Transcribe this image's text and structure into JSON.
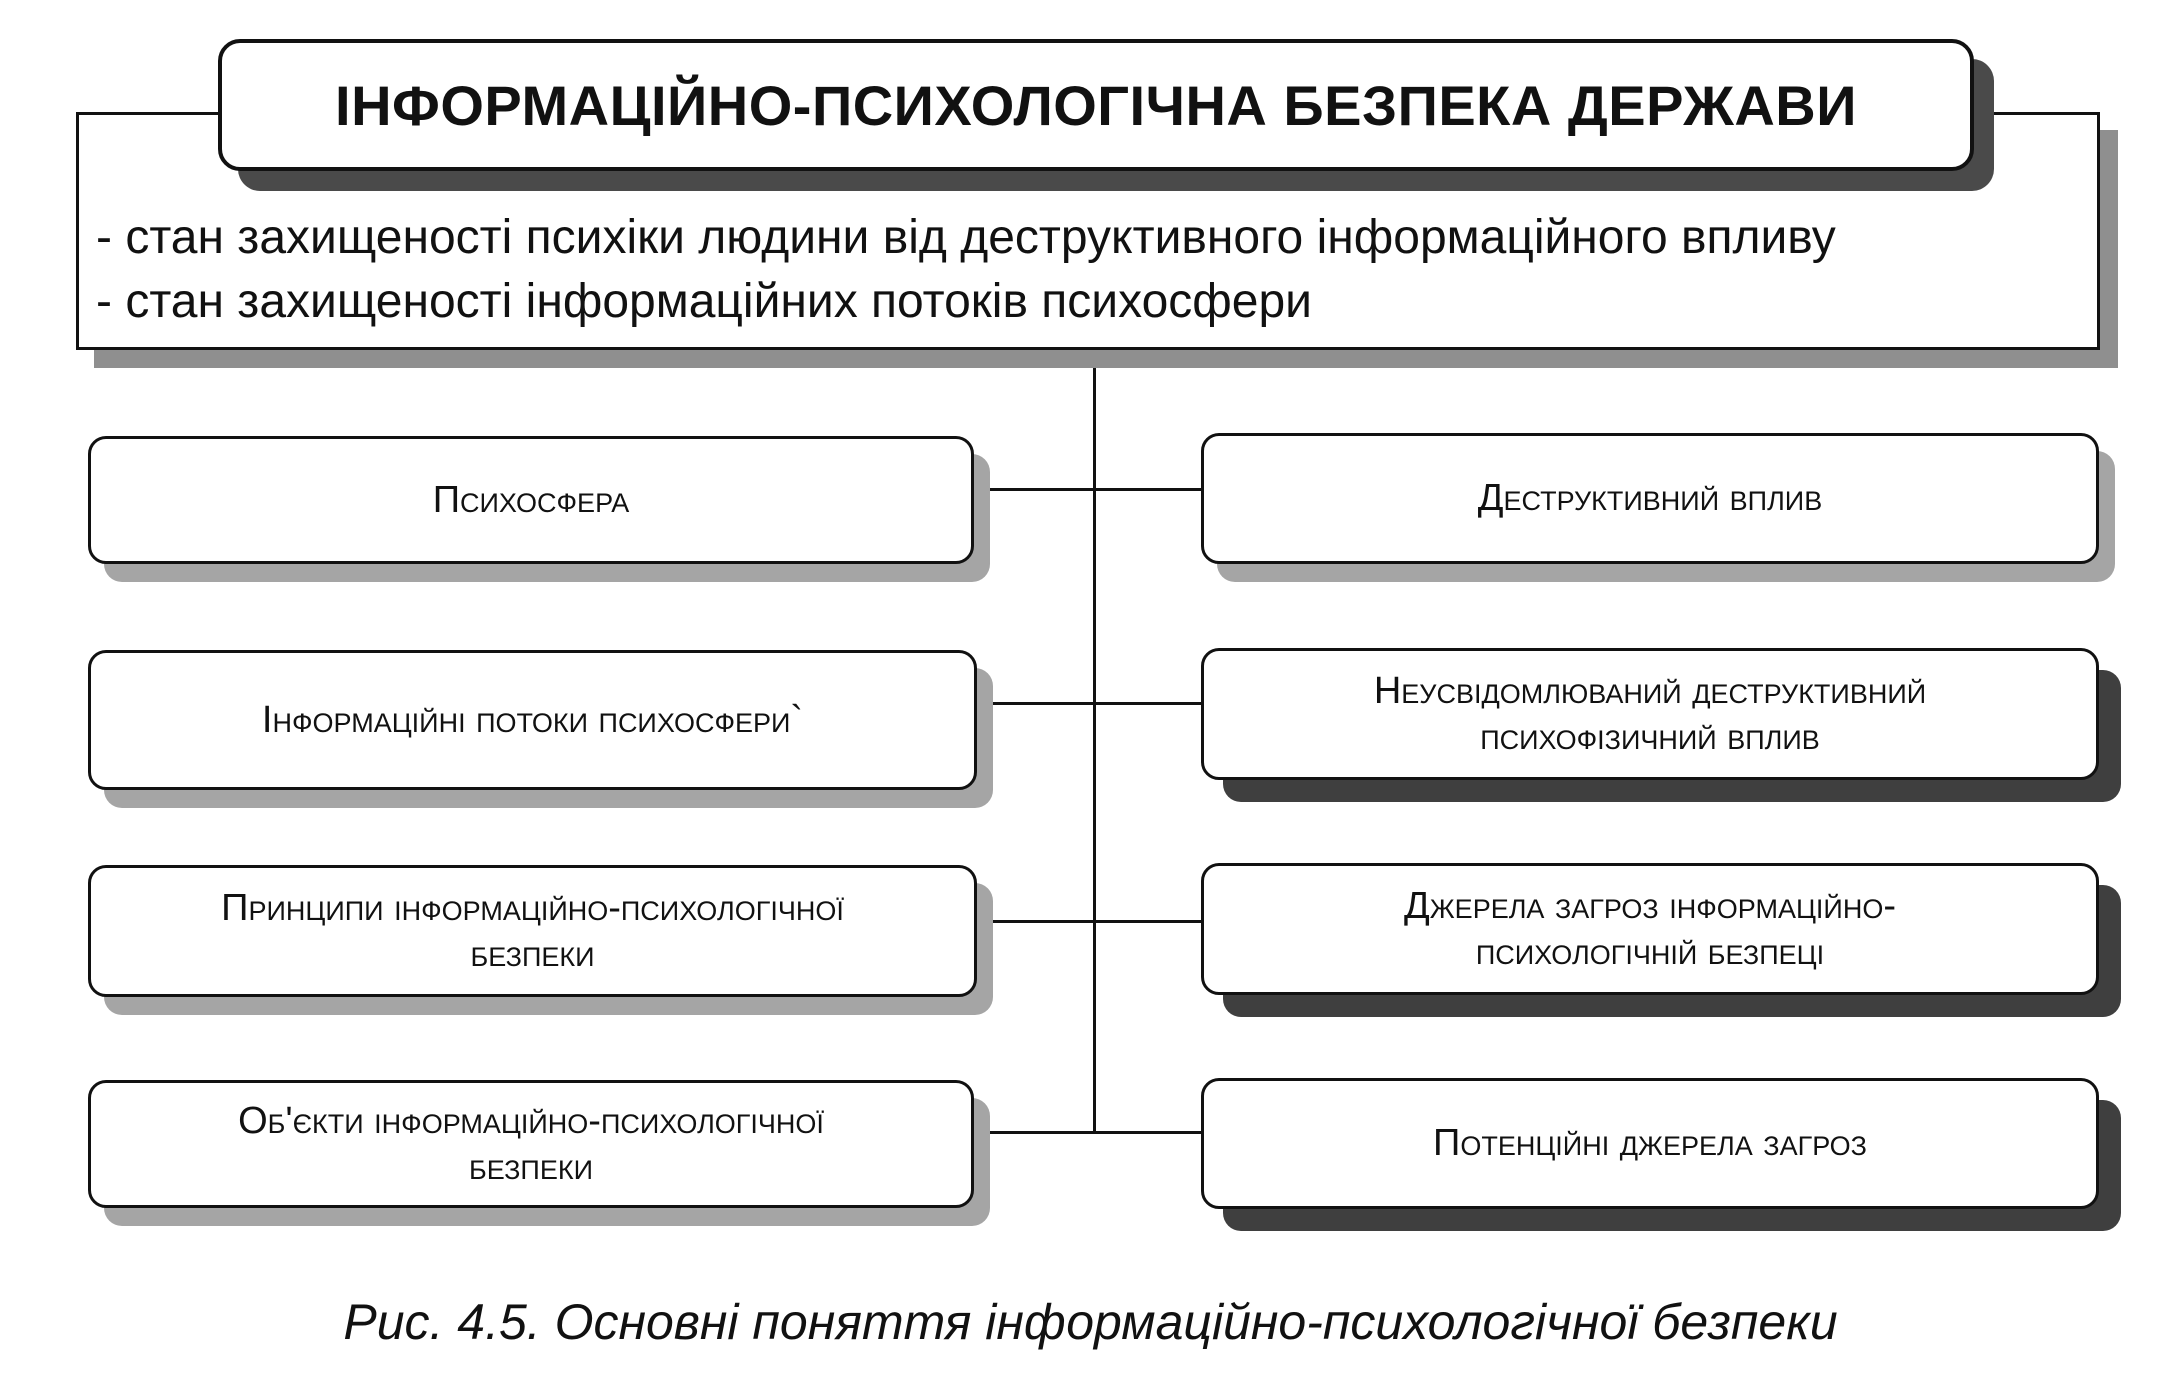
{
  "title": "Інформаційно-психологічна безпека держави",
  "definitions": [
    "- стан захищеності психіки людини від деструктивного інформаційного впливу",
    "- стан захищеності інформаційних потоків психосфери"
  ],
  "left_concepts": [
    "Психосфера",
    "Інформаційні потоки психосфери`",
    "Принципи інформаційно-психологічної\nбезпеки",
    "Об'єкти інформаційно-психологічної\nбезпеки"
  ],
  "right_concepts": [
    "Деструктивний вплив",
    "Неусвідомлюваний деструктивний\nпсихофізичний вплив",
    "Джерела загроз інформаційно-\nпсихологічній безпеці",
    "Потенційні джерела загроз"
  ],
  "caption": "Рис. 4.5. Основні поняття інформаційно-психологічної безпеки"
}
